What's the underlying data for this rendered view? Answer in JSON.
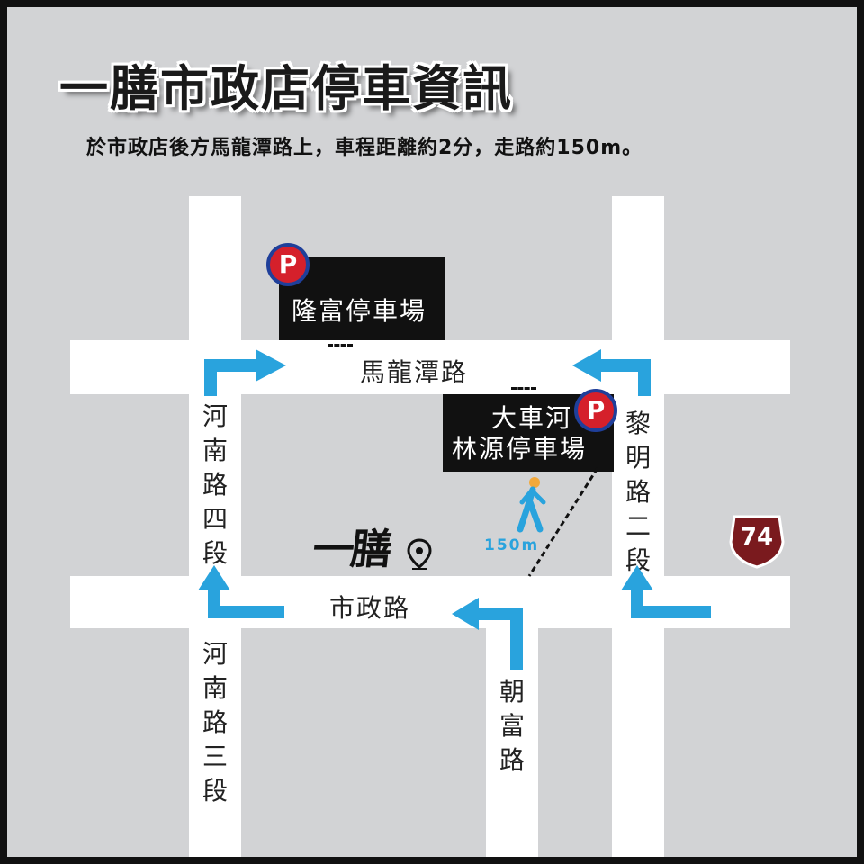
{
  "title": "一膳市政店停車資訊",
  "subtitle": "於市政店後方馬龍潭路上，車程距離約2分，走路約150m。",
  "roads": {
    "malongtan": "馬龍潭路",
    "shizheng": "市政路",
    "henan4": "河南路四段",
    "henan3": "河南路三段",
    "liming2": "黎明路二段",
    "chaofu": "朝富路"
  },
  "parking": {
    "longfu": {
      "name": "隆富停車場",
      "badge": "P"
    },
    "dacheriver": {
      "line1": "大車河",
      "line2": "林源停車場",
      "badge": "P"
    }
  },
  "store": {
    "logo": "一膳"
  },
  "walk": {
    "distance": "150m"
  },
  "highway": {
    "number": "74"
  },
  "colors": {
    "arrow": "#29a3dd",
    "badge_red": "#d5202b",
    "badge_ring": "#1f3f9a",
    "highway": "#7a1a1e"
  }
}
